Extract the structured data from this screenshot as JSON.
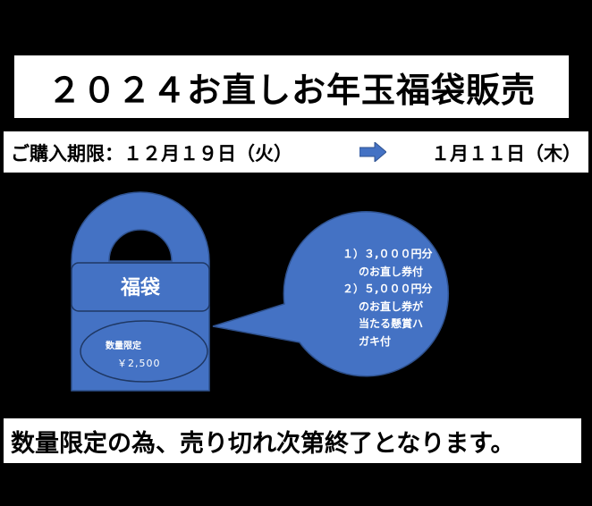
{
  "title": "２０２４お直しお年玉福袋販売",
  "period": {
    "label": "ご購入期限：１２月１９日（火）",
    "end": "１月１１日（木）",
    "arrow_icon": "right-arrow-icon"
  },
  "bag": {
    "label": "福袋",
    "quantity_label": "数量限定",
    "price": "￥2,500"
  },
  "bubble": {
    "item1_line1": "１）３,０００円分",
    "item1_line2": "のお直し券付",
    "item2_line1": "２）５,０００円分",
    "item2_line2": "のお直し券が",
    "item2_line3": "当たる懸賞ハ",
    "item2_line4": "ガキ付"
  },
  "notice": "数量限定の為、売り切れ次第終了となります。",
  "colors": {
    "background": "#000000",
    "panel": "#ffffff",
    "accent_blue": "#4472c4",
    "outline": "#1f3864"
  }
}
